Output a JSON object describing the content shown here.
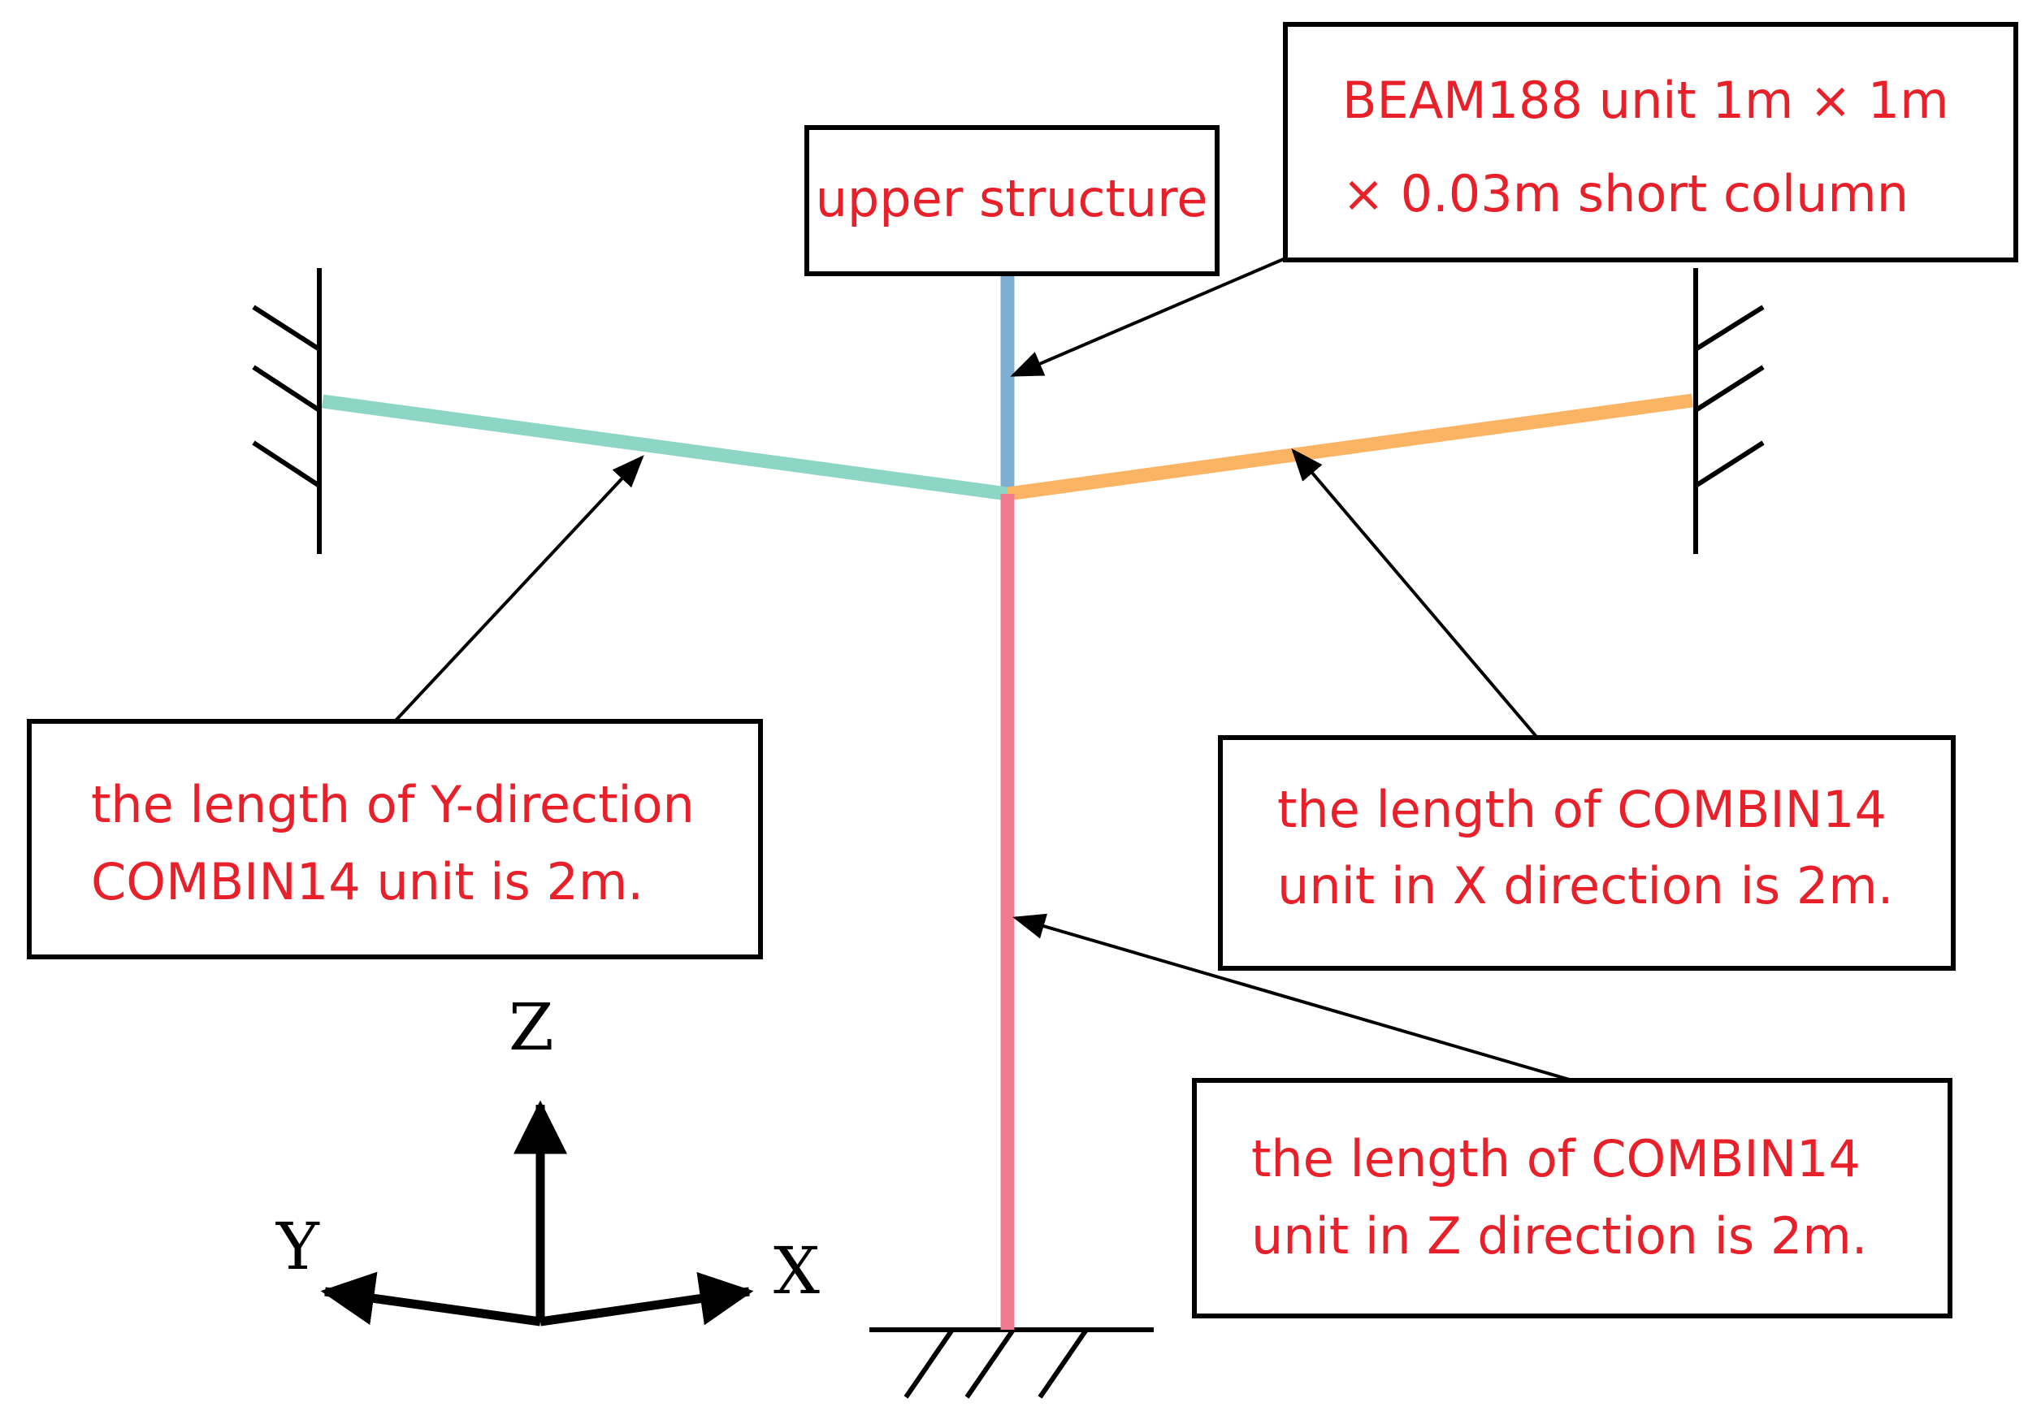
{
  "colors": {
    "label_text": "#e8202a",
    "outline": "#000000",
    "short_column": "#7faed3",
    "y_spring": "#8dd6c5",
    "x_spring": "#fbb464",
    "z_spring": "#f07b91"
  },
  "labels": {
    "upper_structure": "upper structure",
    "beam188_line1": "BEAM188 unit 1m × 1m",
    "beam188_line2": "× 0.03m short column",
    "y_spring_line1": "the length of Y-direction",
    "y_spring_line2": "COMBIN14 unit is 2m.",
    "x_spring_line1": "the length of COMBIN14",
    "x_spring_line2": "unit in X direction is 2m.",
    "z_spring_line1": "the length of COMBIN14",
    "z_spring_line2": "unit in Z direction is 2m."
  },
  "axes": {
    "z": "Z",
    "y": "Y",
    "x": "X"
  },
  "icons": {
    "fixed_support": "hatched-ground-support",
    "arrow": "filled-arrowhead"
  }
}
